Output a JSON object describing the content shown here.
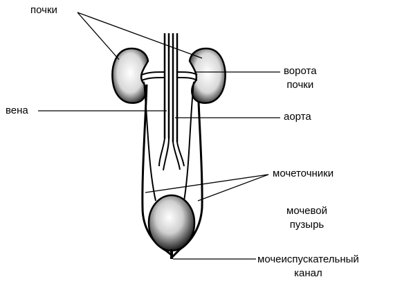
{
  "diagram": {
    "labels": {
      "kidneys": "почки",
      "hilum_line1": "ворота",
      "hilum_line2": "почки",
      "vein": "вена",
      "aorta": "аорта",
      "ureters": "мочеточники",
      "bladder_line1": "мочевой",
      "bladder_line2": "пузырь",
      "urethra_line1": "мочеиспускательный",
      "urethra_line2": "канал"
    }
  }
}
